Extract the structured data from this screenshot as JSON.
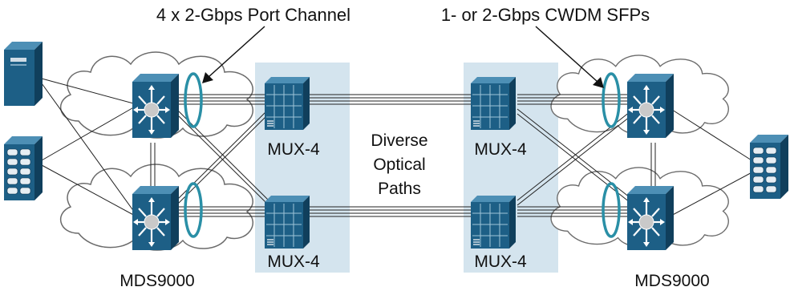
{
  "callouts": {
    "port_channel": "4 x 2-Gbps Port Channel",
    "cwdm_sfps": "1- or 2-Gbps CWDM SFPs"
  },
  "mux": {
    "left_top": "MUX-4",
    "left_bottom": "MUX-4",
    "right_top": "MUX-4",
    "right_bottom": "MUX-4"
  },
  "center_label": [
    "Diverse",
    "Optical",
    "Paths"
  ],
  "switch_labels": {
    "left": "MDS9000",
    "right": "MDS9000"
  },
  "colors": {
    "device_front": "#1d5f86",
    "device_side": "#103f5c",
    "device_top": "#4d8fb5",
    "mux_panel": "#d4e4ee",
    "ring": "#2a8fa6",
    "cloud_stroke": "#6b6b6b"
  }
}
